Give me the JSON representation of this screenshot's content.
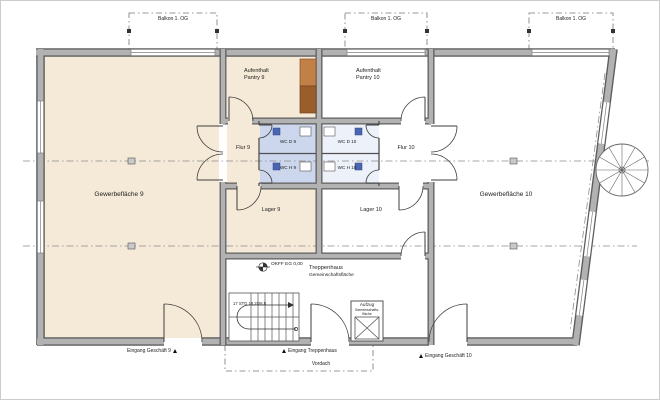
{
  "colors": {
    "unit9_fill": "#f5e9d7",
    "wc9_fill": "#ccd7ee",
    "wc10_fill": "#edf1fa",
    "cabinet_top": "#c08048",
    "cabinet_bottom": "#9a5e2d",
    "fixture_blue": "#4a66b0",
    "wall_face": "#b2b2b2",
    "wall_edge": "#5e5e5e"
  },
  "balconies": [
    {
      "label": "Balkon 1. OG"
    },
    {
      "label": "Balkon 1. OG"
    },
    {
      "label": "Balkon 1. OG"
    }
  ],
  "rooms": {
    "gewerbe9": "Gewerbefläche 9",
    "gewerbe10": "Gewerbefläche 10",
    "pantry9": "Aufenthalt\nPantry 9",
    "pantry10": "Aufenthalt\nPantry 10",
    "flur9": "Flur 9",
    "flur10": "Flur 10",
    "wc_d9": "WC D 9",
    "wc_h9": "WC H 9",
    "wc_d10": "WC D 10",
    "wc_h10": "WC H 10",
    "lager9": "Lager 9",
    "lager10": "Lager 10",
    "treppenhaus": "Treppenhaus",
    "treppenhaus_sub": "Gemeinschaftsfläche",
    "aufzug": "Aufzug",
    "aufzug_sub": "Gemeinschafts-\nfläche"
  },
  "annotations": {
    "level": "OKFF EG 0,00",
    "stair_note": "17 STG 18,2/26,5",
    "vordach": "Vordach"
  },
  "entrances": {
    "shop9": "Eingang Geschäft 9",
    "stairwell": "Eingang Treppenhaus",
    "shop10": "Eingang Geschäft 10"
  }
}
